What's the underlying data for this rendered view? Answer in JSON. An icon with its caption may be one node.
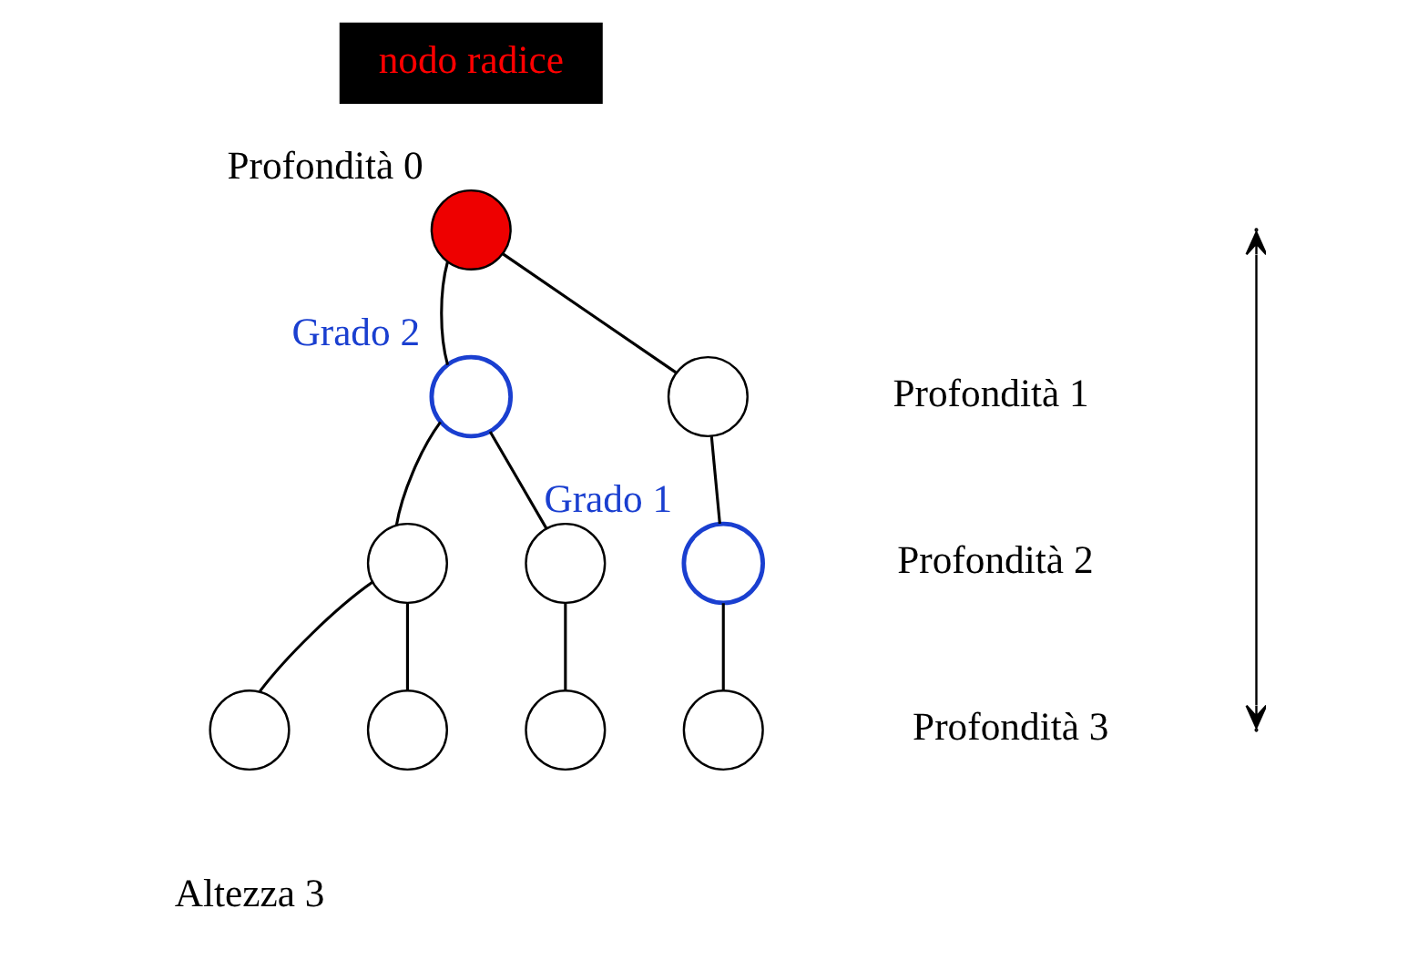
{
  "diagram": {
    "nodes": [
      {
        "text": [
          "nodo radice"
        ]
      },
      {
        "text": [],
        "shape": "circle",
        "beside": [
          "Profondità 0"
        ]
      },
      {
        "text": [],
        "shape": "circle",
        "beside": [
          "Grado 2"
        ]
      },
      {
        "text": [],
        "shape": "circle"
      },
      {
        "text": [],
        "shape": "circle"
      },
      {
        "text": [],
        "shape": "circle"
      },
      {
        "text": [],
        "shape": "circle",
        "beside": [
          "Grado 1"
        ]
      },
      {
        "text": [],
        "shape": "circle"
      },
      {
        "text": [],
        "shape": "circle"
      },
      {
        "text": [],
        "shape": "circle"
      },
      {
        "text": [],
        "shape": "circle"
      }
    ],
    "edges": [
      {
        "from": 1,
        "to": 2,
        "arrow": "none"
      },
      {
        "from": 1,
        "to": 3,
        "arrow": "none"
      },
      {
        "from": 2,
        "to": 4,
        "arrow": "none"
      },
      {
        "from": 2,
        "to": 5,
        "arrow": "none"
      },
      {
        "from": 3,
        "to": 6,
        "arrow": "none"
      },
      {
        "from": 4,
        "to": 7,
        "arrow": "none"
      },
      {
        "from": 4,
        "to": 8,
        "arrow": "none"
      },
      {
        "from": 5,
        "to": 9,
        "arrow": "none"
      },
      {
        "from": 6,
        "to": 10,
        "arrow": "none"
      }
    ],
    "labels": [
      "Profondità 1",
      "Profondità 2",
      "Profondità 3",
      "Altezza 3"
    ]
  }
}
